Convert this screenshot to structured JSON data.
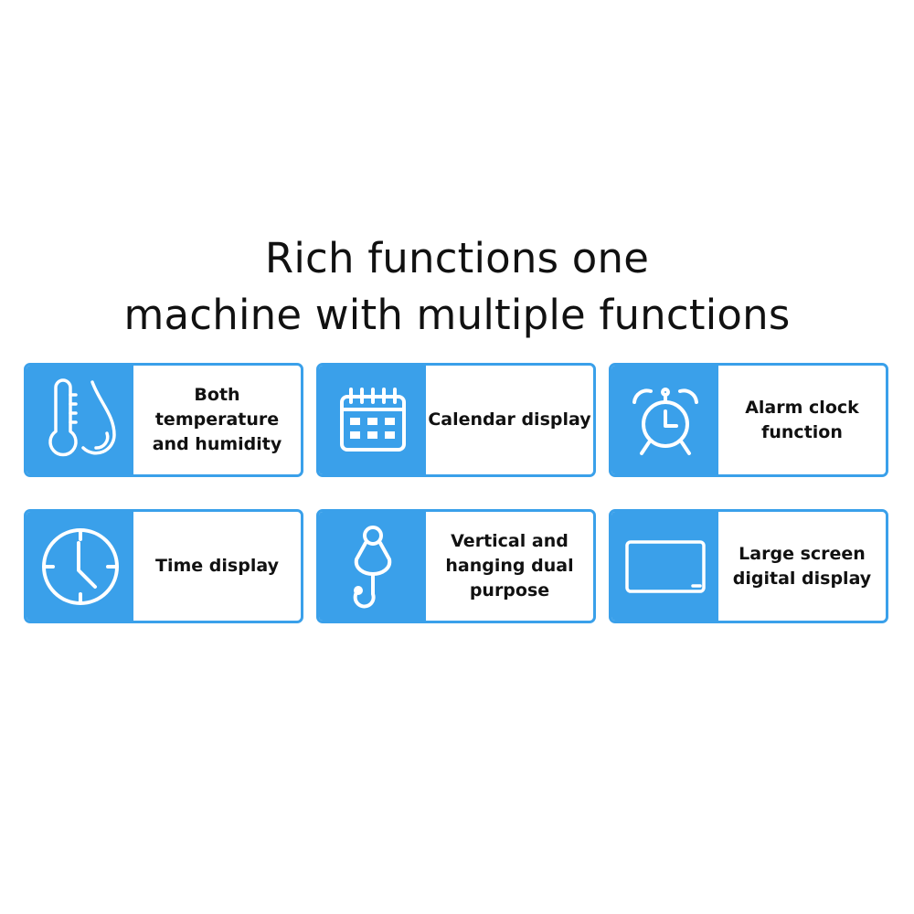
{
  "title": {
    "line1": "Rich functions one",
    "line2": "machine with multiple functions"
  },
  "accent_color": "#3aa0ea",
  "features": [
    {
      "icon": "thermometer-droplet-icon",
      "label": "Both temperature\nand humidity"
    },
    {
      "icon": "calendar-icon",
      "label": "Calendar display"
    },
    {
      "icon": "alarm-clock-icon",
      "label": "Alarm clock\nfunction"
    },
    {
      "icon": "clock-icon",
      "label": "Time display"
    },
    {
      "icon": "hook-icon",
      "label": "Vertical and\nhanging dual\npurpose"
    },
    {
      "icon": "screen-icon",
      "label": "Large screen\ndigital display"
    }
  ]
}
